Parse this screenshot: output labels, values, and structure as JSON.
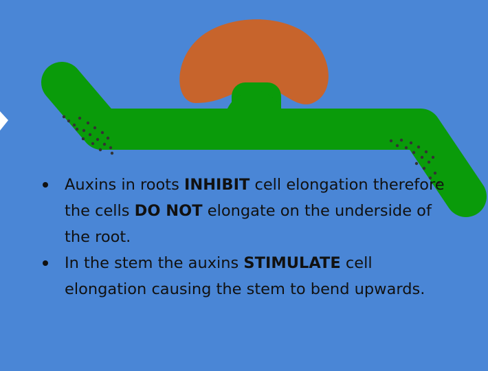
{
  "colors": {
    "background": "#4a86d6",
    "plant": "#0a9b0a",
    "seed": "#c7642c",
    "auxin_dots": "#333333",
    "text": "#111111"
  },
  "diagram": {
    "plant": "germinating seed lying horizontally with root and shoot",
    "left_arrow_icon": "chevron-right-icon"
  },
  "bullets": [
    {
      "parts": [
        {
          "t": "Auxins in roots ",
          "b": false
        },
        {
          "t": "INHIBIT",
          "b": true
        },
        {
          "t": " cell elongation therefore the cells ",
          "b": false
        },
        {
          "t": "DO NOT",
          "b": true
        },
        {
          "t": " elongate on the underside of the root.",
          "b": false
        }
      ]
    },
    {
      "parts": [
        {
          "t": "In the stem the auxins ",
          "b": false
        },
        {
          "t": "STIMULATE",
          "b": true
        },
        {
          "t": " cell elongation causing the stem to bend upwards.",
          "b": false
        }
      ]
    }
  ]
}
